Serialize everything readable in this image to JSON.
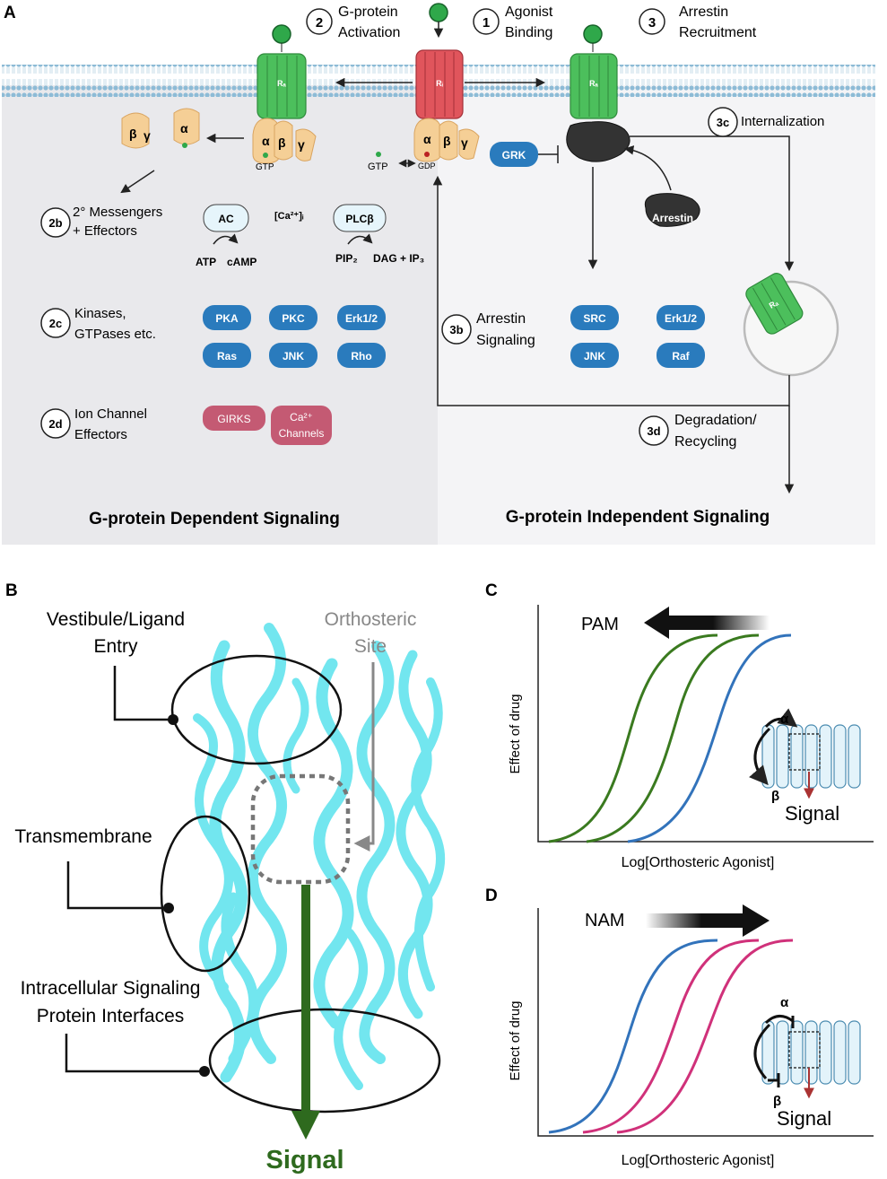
{
  "panels": {
    "a": "A",
    "b": "B",
    "c": "C",
    "d": "D"
  },
  "steps": {
    "s1": {
      "num": "1",
      "line1": "Agonist",
      "line2": "Binding"
    },
    "s2": {
      "num": "2",
      "line1": "G-protein",
      "line2": "Activation"
    },
    "s3": {
      "num": "3",
      "line1": "Arrestin",
      "line2": "Recruitment"
    },
    "s3c": {
      "num": "3c",
      "label": "Internalization"
    },
    "s2b": {
      "num": "2b",
      "line1": "2° Messengers",
      "line2": "+ Effectors"
    },
    "s2c": {
      "num": "2c",
      "line1": "Kinases,",
      "line2": "GTPases etc."
    },
    "s2d": {
      "num": "2d",
      "line1": "Ion Channel",
      "line2": "Effectors"
    },
    "s3b": {
      "num": "3b",
      "line1": "Arrestin",
      "line2": "Signaling"
    },
    "s3d": {
      "num": "3d",
      "line1": "Degradation/",
      "line2": "Recycling"
    }
  },
  "receptors": {
    "active": "Rₐ",
    "inactive": "Rᵢ"
  },
  "gprotein": {
    "alpha": "α",
    "beta": "β",
    "gamma": "γ",
    "gtp": "GTP",
    "gdp": "GDP"
  },
  "messengers": {
    "ac": "AC",
    "ca": "[Ca²⁺]ᵢ",
    "plc": "PLCβ",
    "atp": "ATP",
    "camp": "cAMP",
    "pip2": "PIP₂",
    "dag": "DAG + IP₃"
  },
  "kinases": [
    "PKA",
    "PKC",
    "Erk1/2",
    "Ras",
    "JNK",
    "Rho"
  ],
  "channels": {
    "girks": "GIRKS",
    "ca_line1": "Ca²⁺",
    "ca_line2": "Channels"
  },
  "arrestin_effectors": [
    "SRC",
    "Erk1/2",
    "JNK",
    "Raf"
  ],
  "grk": "GRK",
  "arrestin": "Arrestin",
  "section_titles": {
    "dependent": "G-protein Dependent Signaling",
    "independent": "G-protein Independent Signaling"
  },
  "structure_labels": {
    "vestibule1": "Vestibule/Ligand",
    "vestibule2": "Entry",
    "orthosteric1": "Orthosteric",
    "orthosteric2": "Site",
    "transmembrane": "Transmembrane",
    "intracellular1": "Intracellular Signaling",
    "intracellular2": "Protein Interfaces",
    "signal": "Signal"
  },
  "plots": {
    "c": {
      "modulator": "PAM",
      "ylabel": "Effect of drug",
      "xlabel": "Log[Orthosteric Agonist]",
      "alpha": "α",
      "beta": "β",
      "signal": "Signal"
    },
    "d": {
      "modulator": "NAM",
      "ylabel": "Effect of drug",
      "xlabel": "Log[Orthosteric Agonist]",
      "alpha": "α",
      "beta": "β",
      "signal": "Signal"
    }
  },
  "colors": {
    "active_receptor": "#4cbf5c",
    "inactive_receptor": "#e0555c",
    "gprotein": "#f5cf96",
    "kinase": "#2a7bbd",
    "channel": "#c45a73",
    "membrane": "#9fc9e0",
    "protein_ribbon": "#72e6ef",
    "signal_arrow": "#2e6a1e",
    "pam_curve": "#3a7a1f",
    "nam_curve": "#d0317a",
    "baseline_curve": "#3273bb"
  }
}
